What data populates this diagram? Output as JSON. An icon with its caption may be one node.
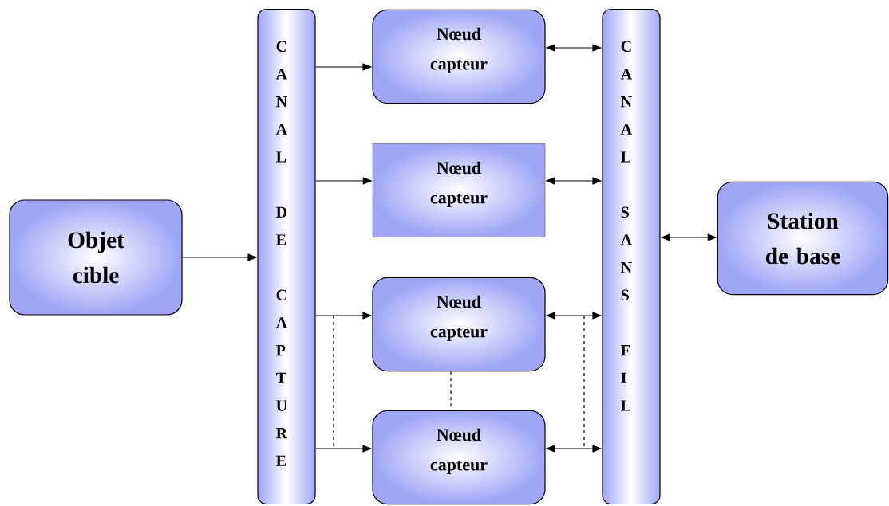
{
  "diagram": {
    "nodes": [
      {
        "text": [
          "Objet cible"
        ]
      },
      {
        "text": [
          "CANAL DE CAPTURE"
        ]
      },
      {
        "text": [
          "Nœud capteur"
        ]
      },
      {
        "text": [
          "Nœud capteur"
        ]
      },
      {
        "text": [
          "Nœud capteur"
        ]
      },
      {
        "text": [
          "Nœud capteur"
        ]
      },
      {
        "text": [
          "CANAL SANS FIL"
        ]
      },
      {
        "text": [
          "Station de base"
        ]
      }
    ],
    "edges": [
      {
        "from": 0,
        "to": 1,
        "arrow": "to"
      },
      {
        "from": 1,
        "to": 2,
        "arrow": "to"
      },
      {
        "from": 1,
        "to": 3,
        "arrow": "to"
      },
      {
        "from": 1,
        "to": 4,
        "arrow": "to"
      },
      {
        "from": 1,
        "to": 5,
        "arrow": "to"
      },
      {
        "from": 2,
        "to": 6,
        "arrow": "both"
      },
      {
        "from": 3,
        "to": 6,
        "arrow": "both"
      },
      {
        "from": 4,
        "to": 6,
        "arrow": "both"
      },
      {
        "from": 5,
        "to": 6,
        "arrow": "both"
      },
      {
        "from": 6,
        "to": 7,
        "arrow": "both"
      },
      {
        "from": 4,
        "to": 5,
        "arrow": "none",
        "style": "dashed"
      }
    ]
  }
}
